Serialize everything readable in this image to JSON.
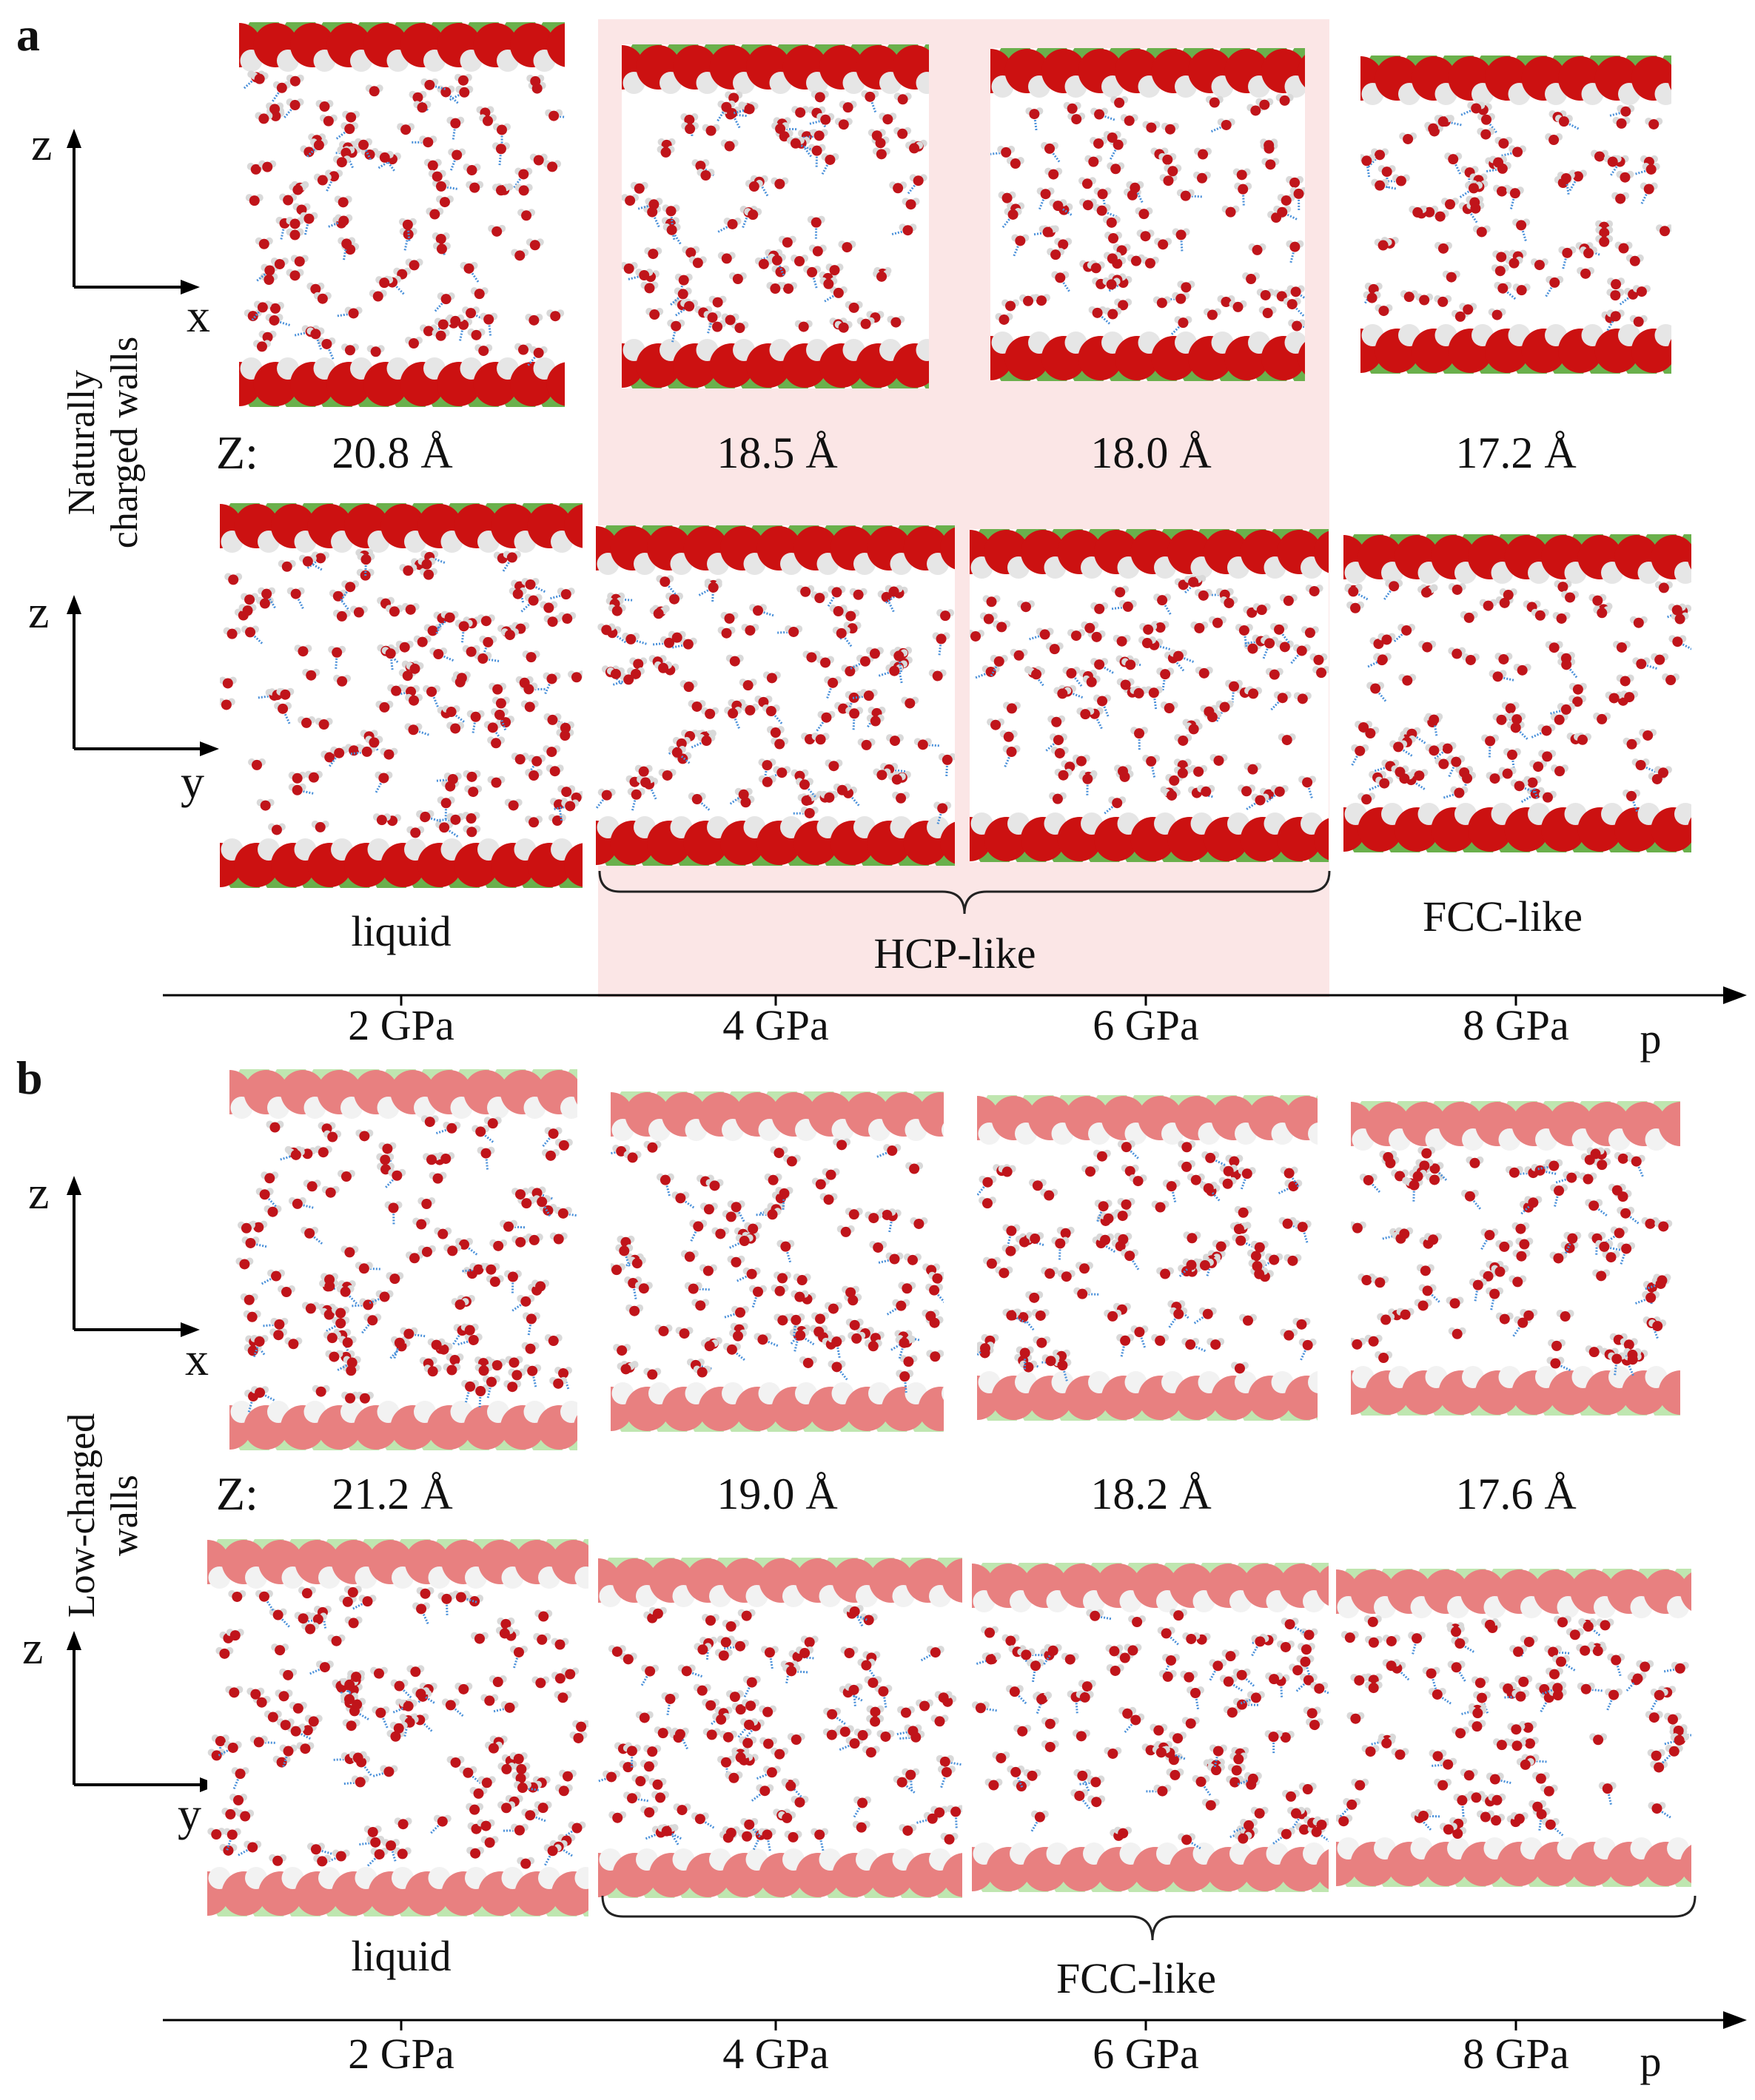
{
  "panels": [
    {
      "letter": "a",
      "wall_label": [
        "Naturally",
        "charged walls"
      ],
      "z_label": "Z:",
      "separations": [
        "20.8 Å",
        "18.5 Å",
        "18.0 Å",
        "17.2 Å"
      ],
      "axes_top": {
        "up": "z",
        "right": "x"
      },
      "axes_bottom": {
        "up": "z",
        "right": "y"
      },
      "phases": [
        "liquid",
        "HCP-like",
        "FCC-like"
      ],
      "pressures": [
        "2 GPa",
        "4 GPa",
        "6 GPa",
        "8 GPa"
      ],
      "pressure_axis": "p",
      "colors": {
        "wall_cation": "#6ab04c",
        "wall_anion": "#cc1111",
        "wall_h": "#e6e6e6",
        "highlight": "#fbe6e6"
      }
    },
    {
      "letter": "b",
      "wall_label": [
        "Low-charged",
        "walls"
      ],
      "z_label": "Z:",
      "separations": [
        "21.2 Å",
        "19.0 Å",
        "18.2 Å",
        "17.6 Å"
      ],
      "axes_top": {
        "up": "z",
        "right": "x"
      },
      "axes_bottom": {
        "up": "z",
        "right": "y"
      },
      "phases": [
        "liquid",
        "FCC-like"
      ],
      "pressures": [
        "2 GPa",
        "4 GPa",
        "6 GPa",
        "8 GPa"
      ],
      "pressure_axis": "p",
      "colors": {
        "wall_cation": "#bfe6b0",
        "wall_anion": "#e88080",
        "wall_h": "#f2f2f2"
      }
    }
  ]
}
